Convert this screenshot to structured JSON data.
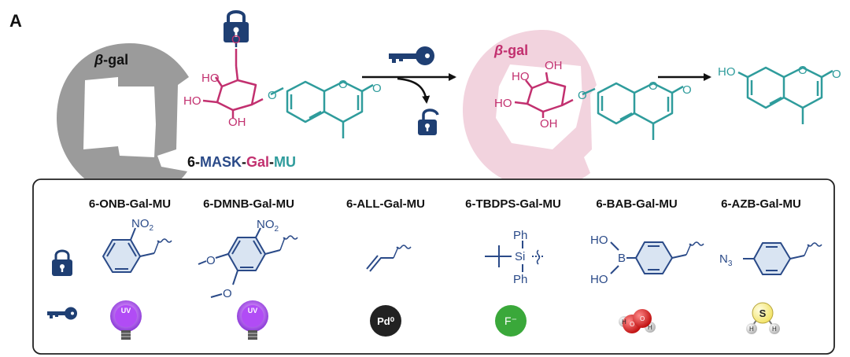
{
  "panel_letter": "A",
  "enzyme_label": "β-gal",
  "enzyme_label_beta": "β",
  "enzyme_label_rest": "-gal",
  "compound_name": {
    "prefix": "6-",
    "mask": "MASK",
    "dash1": "-",
    "gal": "Gal",
    "dash2": "-",
    "mu": "MU"
  },
  "atoms": {
    "O": "O",
    "HO": "HO",
    "OH": "OH"
  },
  "colors": {
    "gray_enzyme": "#9b9b9b",
    "pink_enzyme": "#f2d3de",
    "magenta": "#c2306f",
    "teal": "#2f9c9c",
    "navy": "#1f3f73",
    "blue_chem": "#2a4a88",
    "ring_fill": "#d9e4f2"
  },
  "groups": [
    {
      "name": "6-ONB-Gal-MU",
      "reagent": "UV",
      "reagent_type": "uv-bulb"
    },
    {
      "name": "6-DMNB-Gal-MU",
      "reagent": "UV",
      "reagent_type": "uv-bulb"
    },
    {
      "name": "6-ALL-Gal-MU",
      "reagent": "Pd⁰",
      "reagent_type": "black-circle"
    },
    {
      "name": "6-TBDPS-Gal-MU",
      "reagent": "F⁻",
      "reagent_type": "green-circle"
    },
    {
      "name": "6-BAB-Gal-MU",
      "reagent": "",
      "reagent_type": "h2o2-molecule"
    },
    {
      "name": "6-AZB-Gal-MU",
      "reagent": "S",
      "reagent_type": "h2s-molecule"
    }
  ],
  "struct_text": {
    "no2": "NO",
    "no2_sub": "2",
    "ph": "Ph",
    "si": "Si",
    "b": "B",
    "ho": "HO",
    "n3": "N",
    "n3_sub": "3",
    "o": "O",
    "h": "H"
  }
}
